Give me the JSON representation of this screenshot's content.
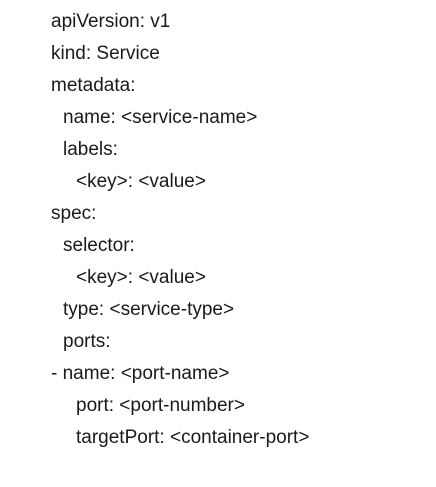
{
  "document": {
    "lines": [
      "apiVersion: v1",
      "kind: Service",
      "metadata:",
      "name: <service-name>",
      "labels:",
      "<key>: <value>",
      "spec:",
      "selector:",
      "<key>: <value>",
      "type: <service-type>",
      "ports:",
      "- name: <port-name>",
      "port: <port-number>",
      "targetPort: <container-port>"
    ]
  }
}
